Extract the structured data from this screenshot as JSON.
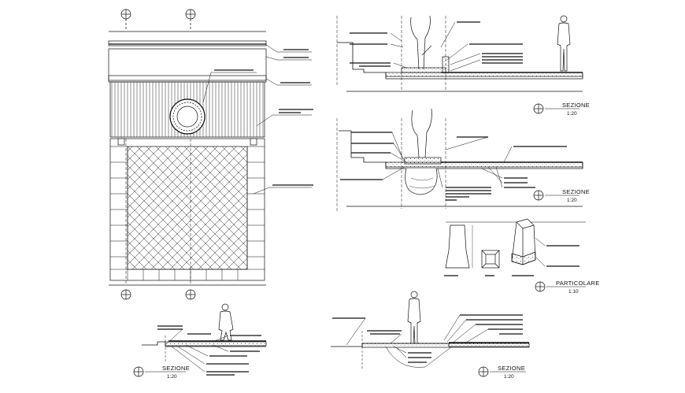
{
  "sections": {
    "top_right": {
      "title": "SEZIONE",
      "scale": "1:20"
    },
    "mid_right": {
      "title": "SEZIONE",
      "scale": "1:20"
    },
    "bottom_left": {
      "title": "SEZIONE",
      "scale": "1:20"
    },
    "bottom_right": {
      "title": "SEZIONE",
      "scale": "1:20"
    },
    "detail": {
      "title": "PARTICOLARE",
      "scale": "1:10"
    }
  },
  "colors": {
    "ink": "#111111",
    "background": "#ffffff"
  }
}
